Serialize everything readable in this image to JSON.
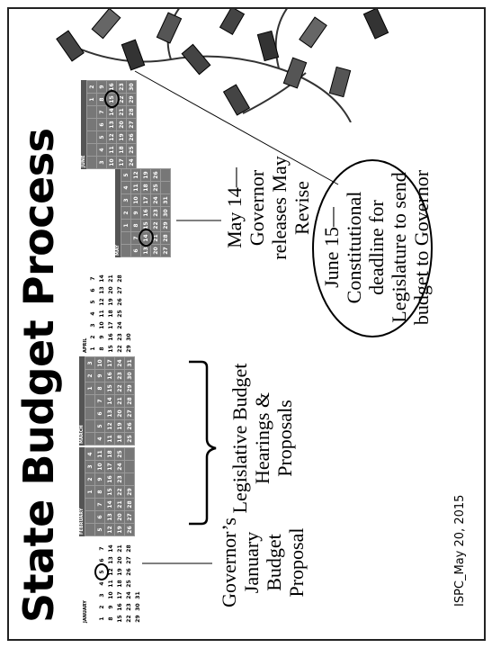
{
  "slide": {
    "title": "State Budget Process",
    "footer": "ISPC_May 20, 2015"
  },
  "calendars": [
    {
      "id": "jan",
      "name": "JANUARY",
      "weeks": [
        [
          "",
          "",
          "",
          "",
          "",
          "",
          ""
        ],
        [
          "1",
          "2",
          "3",
          "4",
          "5",
          "6",
          "7"
        ],
        [
          "8",
          "9",
          "10",
          "11",
          "12",
          "13",
          "14"
        ],
        [
          "15",
          "16",
          "17",
          "18",
          "19",
          "20",
          "21"
        ],
        [
          "22",
          "23",
          "24",
          "25",
          "26",
          "27",
          "28"
        ],
        [
          "29",
          "30",
          "31",
          "",
          "",
          "",
          ""
        ]
      ],
      "circled": "5"
    },
    {
      "id": "feb",
      "name": "FEBRUARY",
      "weeks": [
        [
          "",
          "",
          "",
          "1",
          "2",
          "3",
          "4"
        ],
        [
          "5",
          "6",
          "7",
          "8",
          "9",
          "10",
          "11"
        ],
        [
          "12",
          "13",
          "14",
          "15",
          "16",
          "17",
          "18"
        ],
        [
          "19",
          "20",
          "21",
          "22",
          "23",
          "24",
          "25"
        ],
        [
          "26",
          "27",
          "28",
          "29",
          "",
          "",
          ""
        ]
      ],
      "circled": ""
    },
    {
      "id": "mar",
      "name": "MARCH",
      "weeks": [
        [
          "",
          "",
          "",
          "",
          "1",
          "2",
          "3"
        ],
        [
          "4",
          "5",
          "6",
          "7",
          "8",
          "9",
          "10"
        ],
        [
          "11",
          "12",
          "13",
          "14",
          "15",
          "16",
          "17"
        ],
        [
          "18",
          "19",
          "20",
          "21",
          "22",
          "23",
          "24"
        ],
        [
          "25",
          "26",
          "27",
          "28",
          "29",
          "30",
          "31"
        ]
      ],
      "circled": ""
    },
    {
      "id": "apr",
      "name": "APRIL",
      "weeks": [
        [
          "1",
          "2",
          "3",
          "4",
          "5",
          "6",
          "7"
        ],
        [
          "8",
          "9",
          "10",
          "11",
          "12",
          "13",
          "14"
        ],
        [
          "15",
          "16",
          "17",
          "18",
          "19",
          "20",
          "21"
        ],
        [
          "22",
          "23",
          "24",
          "25",
          "26",
          "27",
          "28"
        ],
        [
          "29",
          "30",
          "",
          "",
          "",
          "",
          ""
        ]
      ],
      "circled": ""
    },
    {
      "id": "may",
      "name": "MAY",
      "weeks": [
        [
          "",
          "",
          "1",
          "2",
          "3",
          "4",
          "5"
        ],
        [
          "6",
          "7",
          "8",
          "9",
          "10",
          "11",
          "12"
        ],
        [
          "13",
          "14",
          "15",
          "16",
          "17",
          "18",
          "19"
        ],
        [
          "20",
          "21",
          "22",
          "23",
          "24",
          "25",
          "26"
        ],
        [
          "27",
          "28",
          "29",
          "30",
          "31",
          "",
          ""
        ]
      ],
      "circled": "14"
    },
    {
      "id": "jun",
      "name": "JUNE",
      "weeks": [
        [
          "",
          "",
          "",
          "",
          "",
          "1",
          "2"
        ],
        [
          "3",
          "4",
          "5",
          "6",
          "7",
          "8",
          "9"
        ],
        [
          "10",
          "11",
          "12",
          "13",
          "14",
          "15",
          "16"
        ],
        [
          "17",
          "18",
          "19",
          "20",
          "21",
          "22",
          "23"
        ],
        [
          "24",
          "25",
          "26",
          "27",
          "28",
          "29",
          "30"
        ]
      ],
      "circled": "15"
    }
  ],
  "labels": {
    "governor": [
      "Governor’s",
      "January",
      "Budget",
      "Proposal"
    ],
    "legislative": [
      "Legislative Budget",
      "Hearings &",
      "Proposals"
    ],
    "may_revise": [
      "May 14—",
      "Governor",
      "releases May",
      "Revise"
    ],
    "june_deadline": [
      "June 15—",
      "Constitutional",
      "deadline for",
      "Legislature to send",
      "budget to Governor"
    ]
  }
}
